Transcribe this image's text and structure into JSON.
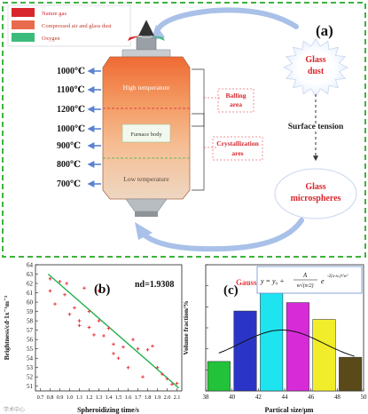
{
  "panel_a": {
    "label": "(a)",
    "legend": [
      {
        "text": "Nature gas",
        "color": "#d9262c"
      },
      {
        "text": "Compressed air and glass dust",
        "color": "#e86b4e"
      },
      {
        "text": "Oxygen",
        "color": "#3dbb7c"
      }
    ],
    "temps": [
      "1000℃",
      "1100℃",
      "1200℃",
      "1000℃",
      "900℃",
      "800℃",
      "700℃"
    ],
    "furnace_high": "High temperature",
    "furnace_body": "Furnace body",
    "furnace_low": "Low temperature",
    "balling": [
      "Balling",
      "area"
    ],
    "crystallization": [
      "Crystallization",
      "ares"
    ],
    "glass_dust": [
      "Glass",
      "dust"
    ],
    "surface_tension": "Surface tension",
    "microspheres": [
      "Glass",
      "microspheres"
    ],
    "colors": {
      "border": "#3db33d",
      "furnace_top": "#f2783e",
      "furnace_mid": "#f7b27e",
      "furnace_low": "#f0d6bc",
      "zone_line": "#d9262c",
      "arrow": "#6b8fd6"
    }
  },
  "watermark": "学术中心",
  "chart_data": [
    {
      "type": "scatter",
      "label": "(b)",
      "annotation": "nd=1.9308",
      "xlabel": "Spheroidizing time/s",
      "ylabel": "Brightness/cd·1x⁻¹m⁻²",
      "xlim": [
        0.65,
        2.15
      ],
      "ylim": [
        50.5,
        64
      ],
      "xticks": [
        "0.7",
        "0.8",
        "0.9",
        "1.0",
        "1.1",
        "1.2",
        "1.3",
        "1.4",
        "1.5",
        "1.6",
        "1.7",
        "1.8",
        "1.9",
        "2.0",
        "2.1"
      ],
      "yticks": [
        "51",
        "52",
        "53",
        "54",
        "55",
        "56",
        "57",
        "58",
        "59",
        "60",
        "61",
        "62",
        "63",
        "64"
      ],
      "points": [
        [
          0.8,
          62.5
        ],
        [
          0.8,
          61.2
        ],
        [
          0.85,
          59.8
        ],
        [
          0.9,
          62.2
        ],
        [
          0.95,
          60.8
        ],
        [
          0.97,
          62.0
        ],
        [
          1.0,
          58.7
        ],
        [
          1.05,
          59.4
        ],
        [
          1.1,
          58.0
        ],
        [
          1.1,
          57.5
        ],
        [
          1.15,
          61.5
        ],
        [
          1.2,
          59.0
        ],
        [
          1.2,
          57.3
        ],
        [
          1.25,
          56.5
        ],
        [
          1.3,
          61.2
        ],
        [
          1.3,
          58.0
        ],
        [
          1.35,
          56.4
        ],
        [
          1.4,
          57.2
        ],
        [
          1.45,
          55.5
        ],
        [
          1.45,
          54.5
        ],
        [
          1.5,
          54.0
        ],
        [
          1.55,
          55.2
        ],
        [
          1.6,
          53.0
        ],
        [
          1.65,
          56.0
        ],
        [
          1.7,
          55.0
        ],
        [
          1.75,
          52.0
        ],
        [
          1.8,
          54.9
        ],
        [
          1.85,
          55.3
        ],
        [
          1.9,
          53.0
        ],
        [
          1.95,
          52.3
        ],
        [
          2.0,
          51.8
        ],
        [
          2.05,
          51.2
        ],
        [
          2.1,
          51.3
        ]
      ],
      "fit": [
        [
          0.78,
          63.0
        ],
        [
          2.12,
          50.8
        ]
      ],
      "point_color": "#e8383d",
      "fit_color": "#22b14c"
    },
    {
      "type": "bar",
      "label": "(c)",
      "xlabel": "Partical size/μm",
      "ylabel": "Volume fraction/%",
      "xlim": [
        38,
        50
      ],
      "ylim": [
        0,
        30
      ],
      "xticks": [
        "38",
        "40",
        "42",
        "44",
        "46",
        "48",
        "50"
      ],
      "bars": [
        {
          "x": 39,
          "value": 7,
          "color": "#22c33a"
        },
        {
          "x": 41,
          "value": 19,
          "color": "#2a35c8"
        },
        {
          "x": 43,
          "value": 28,
          "color": "#1ee4f0"
        },
        {
          "x": 45,
          "value": 21,
          "color": "#d72bd8"
        },
        {
          "x": 47,
          "value": 17,
          "color": "#f2ed2a"
        },
        {
          "x": 49,
          "value": 8,
          "color": "#5a4a1a"
        }
      ],
      "fit_label": "Gauss",
      "fit_label_color": "#e8383d",
      "formula": "y = y₀ + A/(w√(π/2)) e^{-2(x-xₙ)²/w²}",
      "formula_parts": {
        "lhs": "y = y₀ + ",
        "num": "A",
        "den": "w√(π/2)",
        "e": "e",
        "exp": "-2(x-xₙ)²/w²"
      },
      "gauss": {
        "y0": 6.5,
        "A": 63,
        "xc": 43.8,
        "w": 6.3
      }
    }
  ]
}
